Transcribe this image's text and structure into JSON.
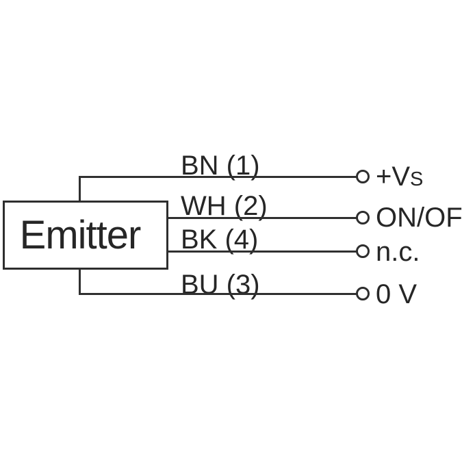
{
  "diagram": {
    "type": "wiring-connection-diagram",
    "device": {
      "label": "Emitter"
    },
    "wires": [
      {
        "label": "BN (1)",
        "terminal": {
          "text": "+V",
          "sub": "S"
        }
      },
      {
        "label": "WH (2)",
        "terminal": {
          "text": "ON/OFF",
          "sub": ""
        }
      },
      {
        "label": "BK (4)",
        "terminal": {
          "text": "n.c.",
          "sub": ""
        }
      },
      {
        "label": "BU (3)",
        "terminal": {
          "text": "0 V",
          "sub": ""
        }
      }
    ],
    "colors": {
      "line": "#303030",
      "text": "#262626",
      "background": "#ffffff"
    }
  }
}
